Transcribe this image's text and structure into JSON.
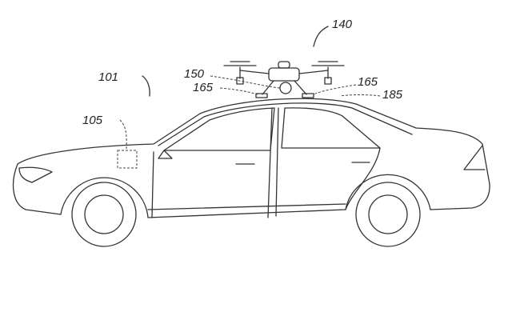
{
  "figure": {
    "labels": {
      "vehicle": "101",
      "computer": "105",
      "drone": "140",
      "camera": "150",
      "mount_left": "165",
      "mount_right": "165",
      "roof_rail": "185"
    }
  }
}
